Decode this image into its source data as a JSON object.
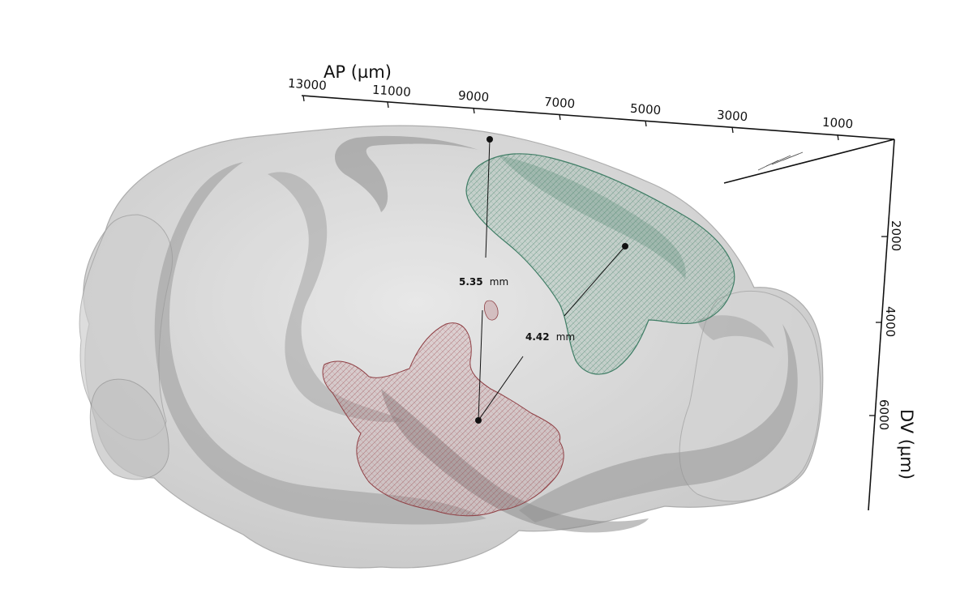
{
  "ap_axis": {
    "title": "AP (µm)",
    "ticks": [
      "13000",
      "11000",
      "9000",
      "7000",
      "5000",
      "3000",
      "1000"
    ]
  },
  "dv_axis": {
    "title": "DV (µm)",
    "ticks": [
      "2000",
      "4000",
      "6000"
    ]
  },
  "measurements": [
    {
      "value": "5.35",
      "unit": "mm"
    },
    {
      "value": "4.42",
      "unit": "mm"
    }
  ],
  "colors": {
    "brain": "#c9c9c9",
    "green_region": "#5f9c82",
    "red_region": "#a8555a"
  }
}
